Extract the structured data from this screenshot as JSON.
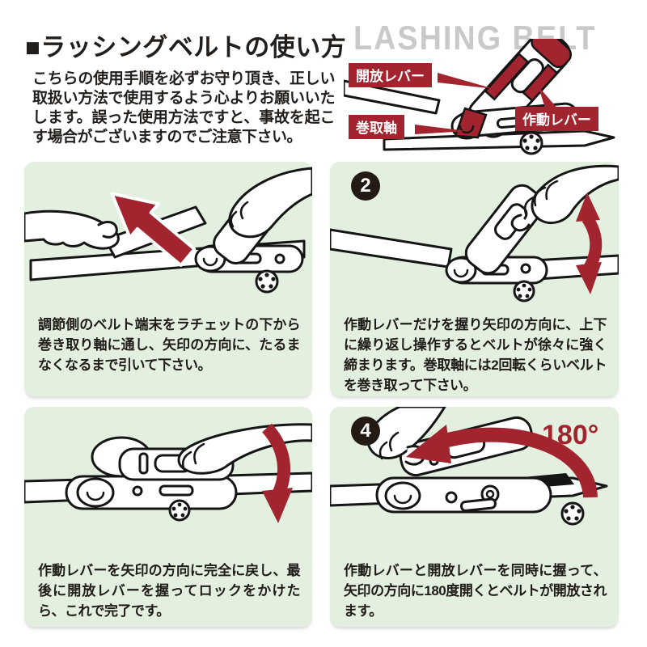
{
  "title": "■ラッシングベルトの使い方",
  "watermark": "LASHING BELT",
  "intro": "こちらの使用手順を必ずお守り頂き、正しい取扱い方法で使用するよう心よりお願いいたします。誤った使用方法ですと、事故を起こす場合がございますのでご注意下さい。",
  "diagram": {
    "labels": {
      "release_lever": "開放レバー",
      "takeup_shaft": "巻取軸",
      "operating_lever": "作動レバー"
    }
  },
  "steps": [
    {
      "number": "",
      "caption": "調節側のベルト端末をラチェットの下から巻き取り軸に通し、矢印の方向に、たるまなくなるまで引いて下さい。"
    },
    {
      "number": "2",
      "caption": "作動レバーだけを握り矢印の方向に、上下に繰り返し操作するとベルトが徐々に強く締まります。巻取軸には2回転くらいベルトを巻き取って下さい。"
    },
    {
      "number": "",
      "caption": "作動レバーを矢印の方向に完全に戻し、最後に開放レバーを握ってロックをかけたら、これで完了です。"
    },
    {
      "number": "4",
      "caption": "作動レバーと開放レバーを同時に握って、矢印の方向に180度開くとベルトが開放されます。",
      "angle_label": "180°"
    }
  ],
  "colors": {
    "accent_red": "#a2242f",
    "panel_green": "#e3efdf",
    "badge_brown": "#241a14",
    "watermark_gray": "#c9c9c9",
    "ink": "#221e1b"
  }
}
